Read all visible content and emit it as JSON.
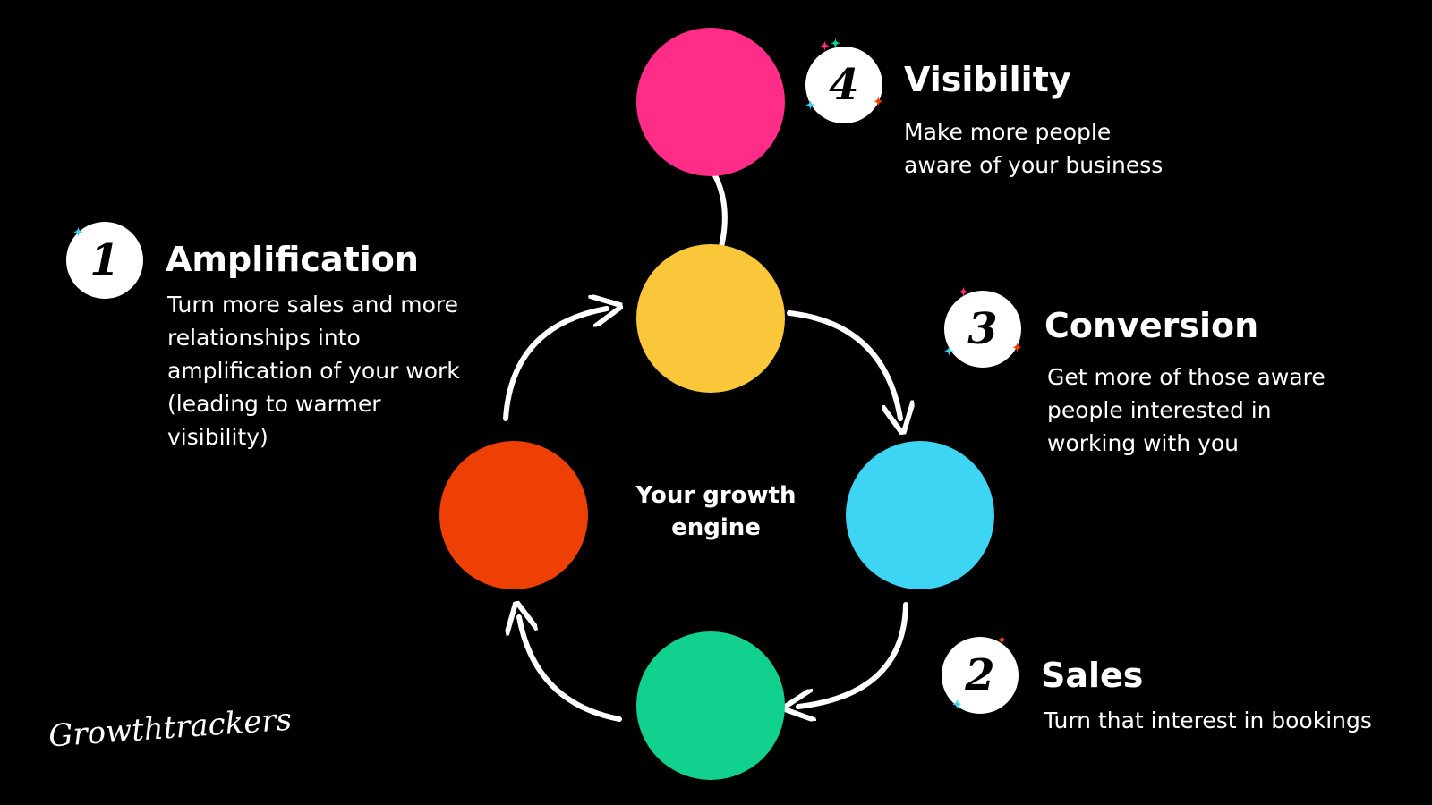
{
  "center_label": "Your growth\nengine",
  "brand": "Growthtrackers",
  "colors": {
    "visibility": "#FF2D88",
    "hub": "#FBC73A",
    "conversion": "#3DD5F3",
    "sales": "#12D18E",
    "amplification": "#EE3F05",
    "spark_pink": "#FF2D88",
    "spark_blue": "#3DD5F3",
    "spark_green": "#12D18E",
    "spark_orange": "#EE3F05"
  },
  "steps": {
    "amplification": {
      "number": "1",
      "title": "Amplification",
      "lines": [
        "Turn more sales and more",
        "relationships into",
        "amplification of your work",
        "(leading to warmer",
        "visibility)"
      ]
    },
    "sales": {
      "number": "2",
      "title": "Sales",
      "lines": [
        "Turn that interest in bookings"
      ]
    },
    "conversion": {
      "number": "3",
      "title": "Conversion",
      "lines": [
        "Get more of those aware",
        "people interested in",
        "working with you"
      ]
    },
    "visibility": {
      "number": "4",
      "title": "Visibility",
      "lines": [
        "Make more people",
        "aware of your business"
      ]
    }
  }
}
